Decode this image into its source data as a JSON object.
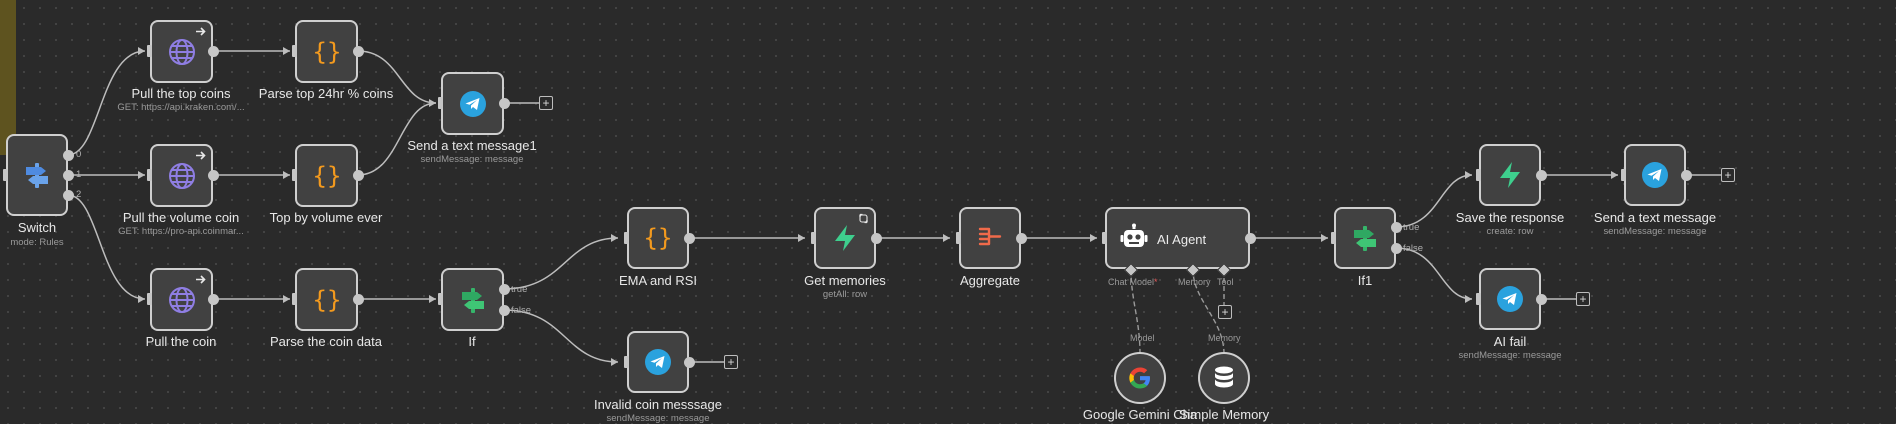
{
  "canvas": {
    "background": "#2a2a2a",
    "node_fill": "#414141",
    "edge_color": "#bdbdbd"
  },
  "nodes": {
    "switch": {
      "label": "Switch",
      "subtitle": "mode: Rules",
      "icon": "switch-icon",
      "outputs": [
        "0",
        "1",
        "2"
      ]
    },
    "pull_top_coins": {
      "label": "Pull the top coins",
      "subtitle": "GET: https://api.kraken.com/...",
      "icon": "globe-icon"
    },
    "parse_top": {
      "label": "Parse top 24hr % coins",
      "icon": "code-braces-icon"
    },
    "send_text1": {
      "label": "Send a text message1",
      "subtitle": "sendMessage: message",
      "icon": "telegram-icon"
    },
    "pull_volume": {
      "label": "Pull the volume coin",
      "subtitle": "GET: https://pro-api.coinmar...",
      "icon": "globe-icon"
    },
    "top_volume": {
      "label": "Top by volume ever",
      "icon": "code-braces-icon"
    },
    "pull_coin": {
      "label": "Pull the coin",
      "icon": "globe-icon"
    },
    "parse_coin": {
      "label": "Parse the coin data",
      "icon": "code-braces-icon"
    },
    "if": {
      "label": "If",
      "icon": "if-icon",
      "outputs": [
        "true",
        "false"
      ]
    },
    "ema_rsi": {
      "label": "EMA and RSI",
      "icon": "code-braces-icon"
    },
    "invalid_coin": {
      "label": "Invalid coin messsage",
      "subtitle": "sendMessage: message",
      "icon": "telegram-icon"
    },
    "get_memories": {
      "label": "Get memories",
      "subtitle": "getAll: row",
      "icon": "supabase-icon"
    },
    "aggregate": {
      "label": "Aggregate",
      "icon": "aggregate-icon"
    },
    "ai_agent": {
      "label": "AI Agent",
      "icon": "robot-icon",
      "chat_model_label": "Chat Model",
      "required_mark": "*",
      "memory_label": "Memory",
      "tool_label": "Tool"
    },
    "if1": {
      "label": "If1",
      "icon": "if-icon",
      "outputs": [
        "true",
        "false"
      ]
    },
    "save_response": {
      "label": "Save the response",
      "subtitle": "create: row",
      "icon": "supabase-icon"
    },
    "send_text": {
      "label": "Send a text message",
      "subtitle": "sendMessage: message",
      "icon": "telegram-icon"
    },
    "ai_fail": {
      "label": "AI fail",
      "subtitle": "sendMessage: message",
      "icon": "telegram-icon"
    },
    "gemini": {
      "label": "Google Gemini Cha",
      "icon": "google-icon"
    },
    "simple_memory": {
      "label": "Simple Memory",
      "icon": "database-icon"
    }
  },
  "connections": {
    "model_label": "Model",
    "memory_label": "Memory"
  },
  "plus_symbol": "+"
}
